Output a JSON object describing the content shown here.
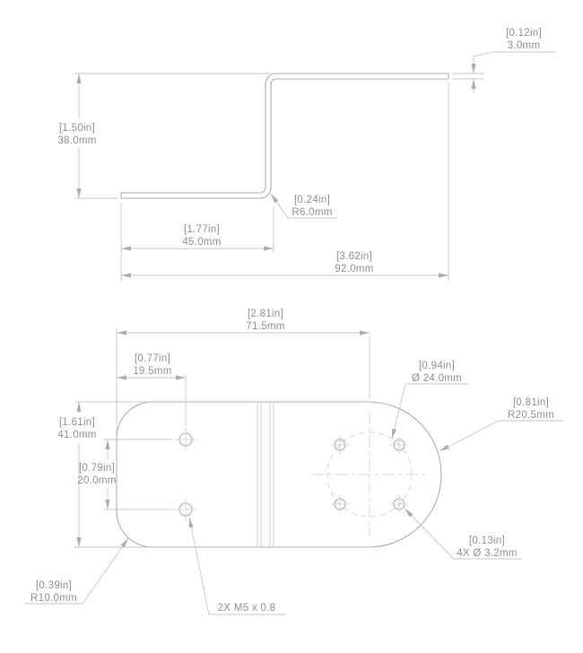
{
  "drawing": {
    "background": "#ffffff",
    "part_line_color": "#aeaeae",
    "dim_line_color": "#c6c6c6",
    "text_color": "#8f8f8f",
    "side_view": {
      "thickness": {
        "in": "[0.12in]",
        "mm": "3.0mm"
      },
      "height": {
        "in": "[1.50in]",
        "mm": "38.0mm"
      },
      "bend_radius": {
        "in": "[0.24in]",
        "mm": "R6.0mm"
      },
      "flange_length": {
        "in": "[1.77in]",
        "mm": "45.0mm"
      },
      "overall_length": {
        "in": "[3.62in]",
        "mm": "92.0mm"
      }
    },
    "plan_view": {
      "bolt_circle_offset": {
        "in": "[2.81in]",
        "mm": "71.5mm"
      },
      "hole_column_offset": {
        "in": "[0.77in]",
        "mm": "19.5mm"
      },
      "bolt_circle_diameter": {
        "in": "[0.94in]",
        "mm": "Ø 24.0mm"
      },
      "end_radius": {
        "in": "[0.81in]",
        "mm": "R20.5mm"
      },
      "overall_width": {
        "in": "[1.61in]",
        "mm": "41.0mm"
      },
      "hole_spacing": {
        "in": "[0.79in]",
        "mm": "20.0mm"
      },
      "clearance_holes": {
        "in": "[0.13in]",
        "mm": "4X Ø 3.2mm"
      },
      "corner_radius": {
        "in": "[0.39in]",
        "mm": "R10.0mm"
      },
      "tapped_hole_note": "2X M5 x 0.8"
    }
  }
}
